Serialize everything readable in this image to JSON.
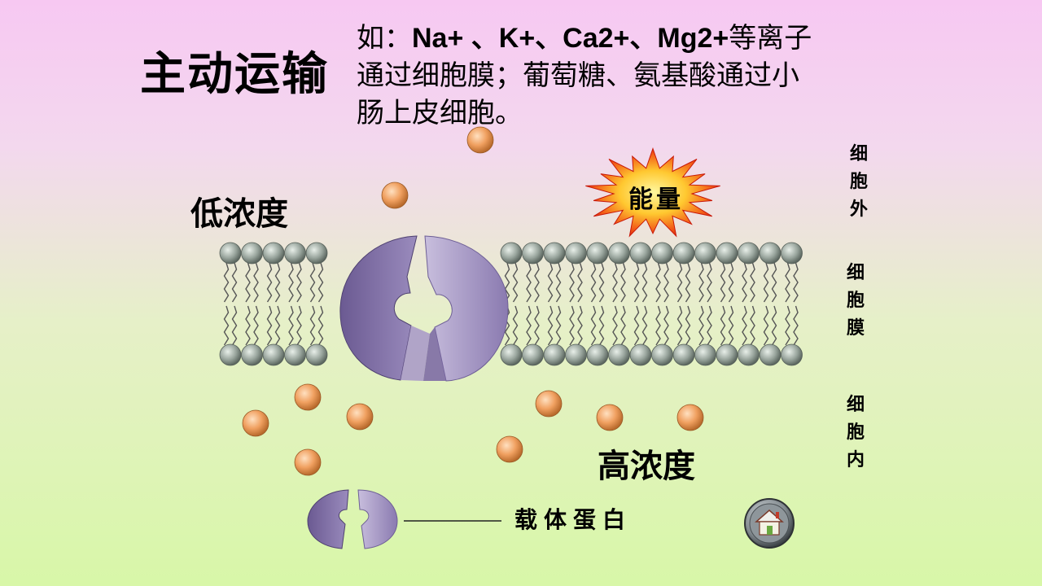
{
  "title": "主动运输",
  "description": {
    "line1_prefix": "如：",
    "line1_ions": "Na+ 、K+、Ca2+、Mg2+",
    "line1_suffix": "等离子",
    "line2": "通过细胞膜；葡萄糖、氨基酸通过小",
    "line3": "肠上皮细胞。"
  },
  "labels": {
    "low_concentration": "低浓度",
    "high_concentration": "高浓度",
    "energy": "能量",
    "carrier_protein": "载体蛋白",
    "outside_cell": "细胞外",
    "cell_membrane": "细胞膜",
    "inside_cell": "细胞内"
  },
  "icons": {
    "home": "home-icon",
    "energy": "starburst-icon",
    "particle": "ion-particle"
  },
  "colors": {
    "protein": "#8a78b0",
    "particle": "#f0a060",
    "lipid_head": "#9aa69e",
    "energy_outer": "#e83018",
    "energy_inner": "#fff060"
  }
}
